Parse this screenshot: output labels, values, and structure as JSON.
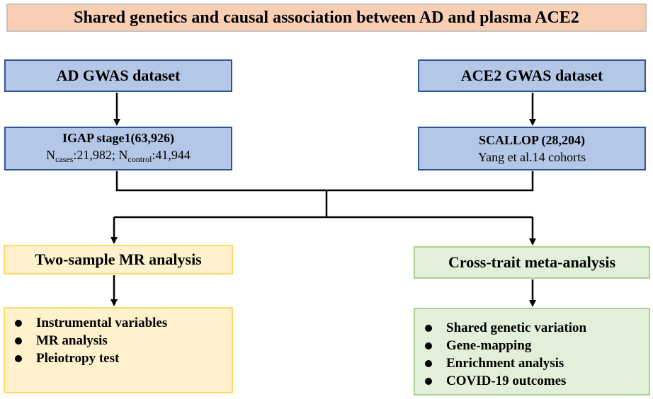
{
  "title": "Shared genetics and causal association between AD and plasma ACE2",
  "ad_gwas": {
    "title": "AD GWAS dataset",
    "dataset_name": "IGAP stage1(63,926)",
    "n_prefix": "N",
    "cases_sub": "cases",
    "cases_value": ":21,982; ",
    "control_sub": "control",
    "control_value": ":41,944"
  },
  "ace2_gwas": {
    "title": "ACE2 GWAS dataset",
    "dataset_name": "SCALLOP (28,204)",
    "detail": "Yang et al.14 cohorts"
  },
  "mr_analysis": {
    "title": "Two-sample MR analysis",
    "items": [
      "Instrumental variables",
      "MR analysis",
      "Pleiotropy test"
    ]
  },
  "meta_analysis": {
    "title": "Cross-trait meta-analysis",
    "items": [
      "Shared genetic variation",
      "Gene-mapping",
      "Enrichment analysis",
      "COVID-19 outcomes"
    ]
  },
  "colors": {
    "title_fill": "#f8cfb4",
    "gwas_fill": "#b4c7e7",
    "gwas_border": "#2f5496",
    "mr_fill": "#fff2cc",
    "mr_border": "#ffd966",
    "meta_fill": "#e2f0d9",
    "meta_border": "#a9d18e"
  }
}
